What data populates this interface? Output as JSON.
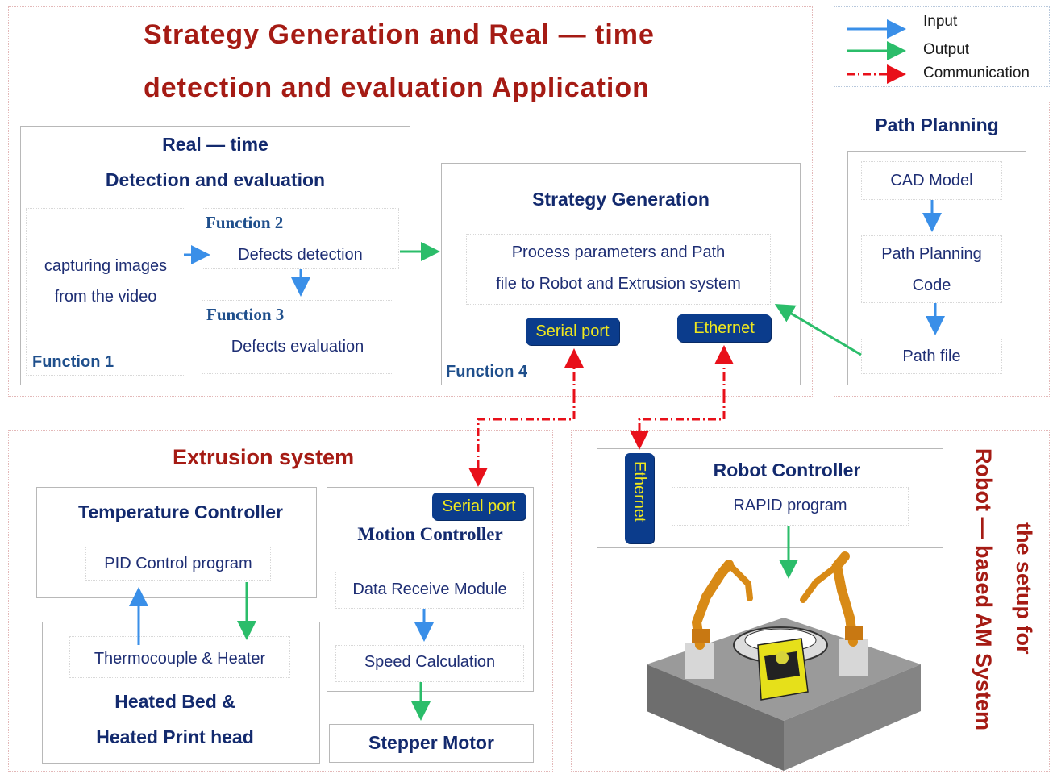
{
  "title": {
    "line1": "Strategy Generation and Real — time",
    "line2": "detection and evaluation Application"
  },
  "legend": {
    "input": "Input",
    "output": "Output",
    "communication": "Communication"
  },
  "realtime": {
    "title1": "Real — time",
    "title2": "Detection and evaluation",
    "capture1": "capturing  images",
    "capture2": "from  the  video",
    "function1": "Function  1",
    "function2": "Function  2",
    "defects_detection": "Defects detection",
    "function3": "Function  3",
    "defects_evaluation": "Defects evaluation"
  },
  "strategy": {
    "title": "Strategy Generation",
    "process1": "Process  parameters and Path",
    "process2": "file to Robot and Extrusion system",
    "serial_port": "Serial port",
    "ethernet": "Ethernet",
    "function4": "Function  4"
  },
  "path_planning": {
    "title": "Path Planning",
    "cad_model": "CAD Model",
    "code1": "Path Planning",
    "code2": "Code",
    "path_file": "Path file"
  },
  "extrusion": {
    "title": "Extrusion  system",
    "temperature_controller": "Temperature Controller",
    "pid_program": "PID Control program",
    "thermocouple_heater": "Thermocouple & Heater",
    "heated_bed1": "Heated Bed &",
    "heated_bed2": "Heated Print  head",
    "serial_port": "Serial port",
    "motion_controller": "Motion  Controller",
    "data_receive": "Data Receive Module",
    "speed_calc": "Speed Calculation",
    "stepper_motor": "Stepper Motor"
  },
  "robot": {
    "ethernet": "Ethernet",
    "controller": "Robot Controller",
    "rapid_program": "RAPID program",
    "side1": "Robot — based  AM  System",
    "side2": "the setup for"
  },
  "colors": {
    "input_arrow": "#3a8fe8",
    "output_arrow": "#2bbd6a",
    "communication_arrow": "#e8101a",
    "title_red": "#a51b14",
    "heading_navy": "#132a6e",
    "badge_blue": "#0b3c8c",
    "badge_text": "#f0e81e"
  }
}
